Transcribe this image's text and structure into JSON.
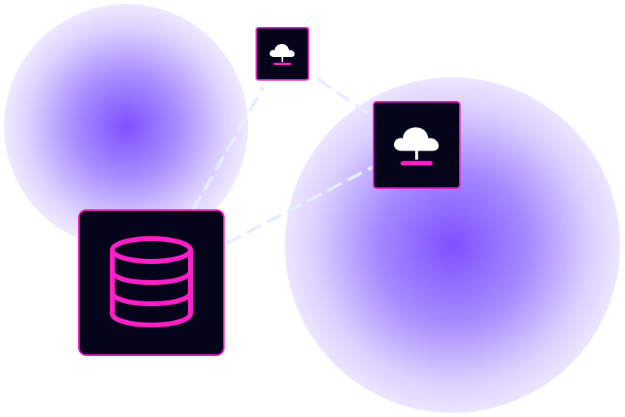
{
  "colors": {
    "glow": "#7648ff",
    "node_background": "#05051a",
    "node_border": "#e81cc4",
    "database_icon": "#ff1fc8",
    "cloud_fill": "#ffffff",
    "cloud_base": "#ff1fc8",
    "connector": "#e8ecff"
  },
  "nodes": [
    {
      "id": "cloud-small",
      "icon": "cloud-network-icon"
    },
    {
      "id": "cloud-large",
      "icon": "cloud-network-icon"
    },
    {
      "id": "database",
      "icon": "database-icon"
    }
  ],
  "connections": [
    {
      "from": "database",
      "to": "cloud-small",
      "style": "dashed"
    },
    {
      "from": "database",
      "to": "cloud-large",
      "style": "dashed"
    },
    {
      "from": "cloud-small",
      "to": "cloud-large",
      "style": "dashed"
    }
  ]
}
